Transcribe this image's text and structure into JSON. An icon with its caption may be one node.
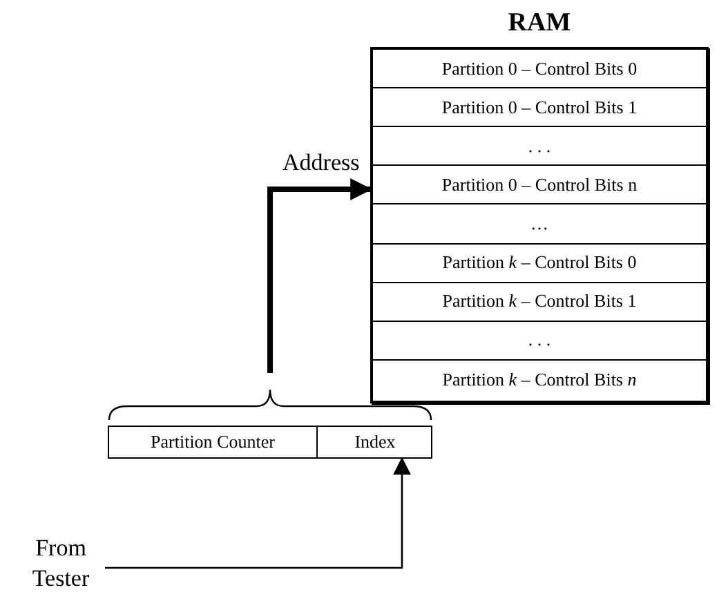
{
  "diagram": {
    "nodes": [
      {
        "text": [
          "RAM"
        ]
      },
      {
        "text": [
          "Partition 0 – Control Bits 0"
        ],
        "in": 0
      },
      {
        "text": [
          "Partition 0 – Control Bits 1"
        ],
        "in": 0
      },
      {
        "text": [
          ". . ."
        ],
        "in": 0
      },
      {
        "text": [
          "Partition 0 – Control Bits n"
        ],
        "in": 0
      },
      {
        "text": [
          "…"
        ],
        "in": 0
      },
      {
        "text": [
          "Partition *k* – Control Bits 0"
        ],
        "in": 0
      },
      {
        "text": [
          "Partition *k* – Control Bits 1"
        ],
        "in": 0
      },
      {
        "text": [
          ". . ."
        ],
        "in": 0
      },
      {
        "text": [
          "Partition *k* – Control Bits *n*"
        ],
        "in": 0
      },
      {
        "text": [],
        "shape": "box"
      },
      {
        "text": [
          "Partition Counter"
        ],
        "in": 10
      },
      {
        "text": [
          "Index"
        ],
        "in": 10
      },
      {
        "text": [
          "From Tester"
        ]
      }
    ],
    "edges": [
      {
        "from": 10,
        "to": 0,
        "arrow": "to",
        "label": "Address",
        "style": "thick"
      },
      {
        "from": 13,
        "to": 12,
        "arrow": "to"
      }
    ]
  }
}
